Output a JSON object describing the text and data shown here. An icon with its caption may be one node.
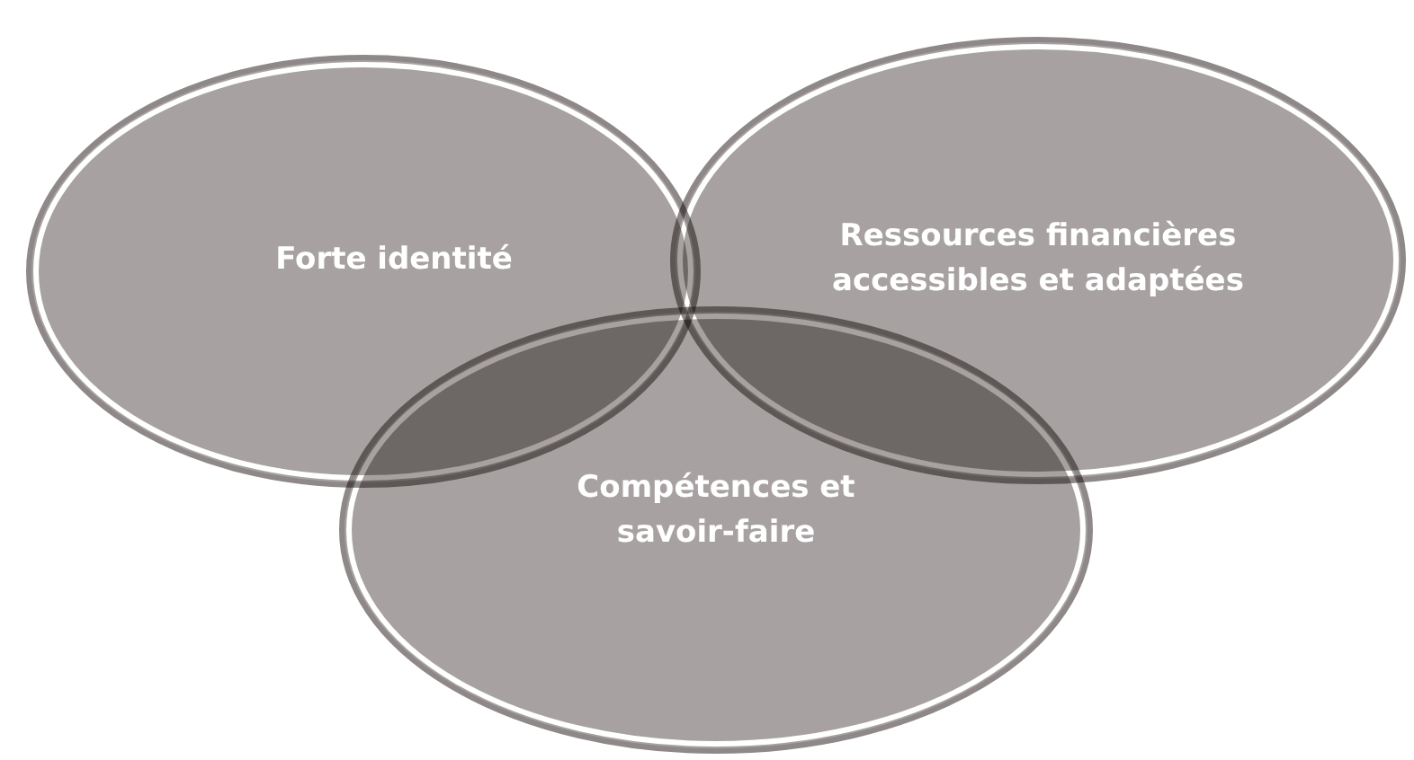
{
  "diagram": {
    "nodes": [
      {
        "text": [
          "Forte identité"
        ]
      },
      {
        "text": [
          "Ressources financières accessibles et adaptées"
        ]
      },
      {
        "text": [
          "Compétences et savoir-faire"
        ]
      }
    ]
  }
}
